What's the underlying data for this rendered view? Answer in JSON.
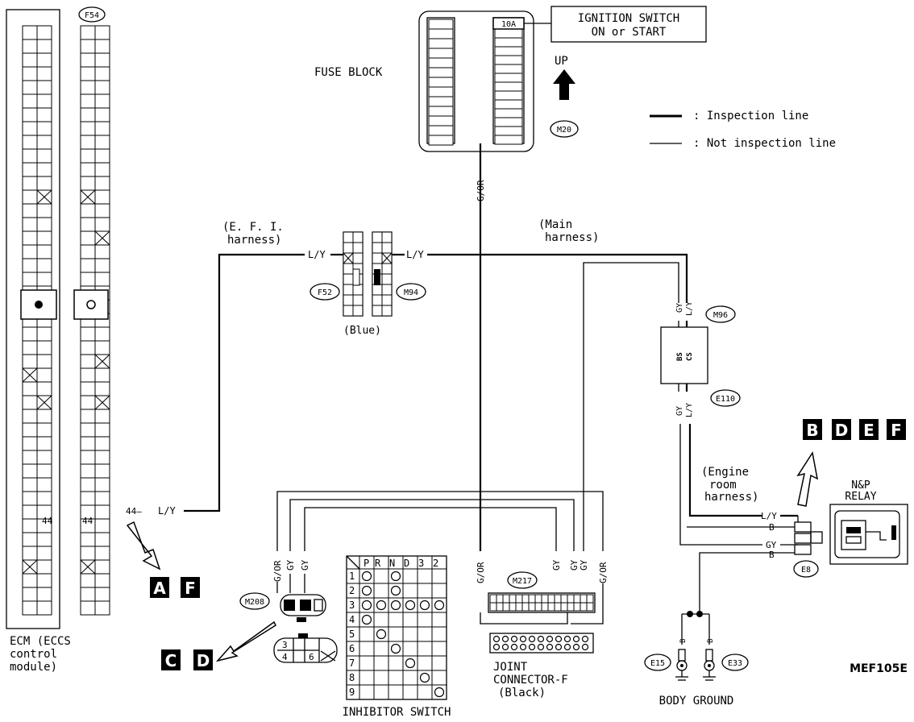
{
  "ecm": {
    "label_line1": "ECM (ECCS",
    "label_line2": "control",
    "label_line3": "module)",
    "pin": "44"
  },
  "f54": {
    "code": "F54",
    "pin": "44"
  },
  "fuse_block": {
    "label": "FUSE BLOCK",
    "fuse": "10A",
    "connector": "M20",
    "direction": "UP"
  },
  "ignition": {
    "line1": "IGNITION SWITCH",
    "line2": "ON or START"
  },
  "legend": {
    "inspection": ": Inspection line",
    "not_inspection": ": Not inspection line"
  },
  "harness": {
    "efi_line1": "(E. F. I.",
    "efi_line2": "harness)",
    "main_line1": "(Main",
    "main_line2": "harness)",
    "engine_line1": "(Engine",
    "engine_line2": "room",
    "engine_line3": "harness)"
  },
  "connectors": {
    "f52": "F52",
    "m94": "M94",
    "blue": "(Blue)",
    "m96": "M96",
    "e110": "E110",
    "m208": "M208",
    "m217": "M217",
    "e8": "E8",
    "e15": "E15",
    "e33": "E33"
  },
  "wire_colors": {
    "ly": "L/Y",
    "gy": "GY",
    "gor": "G/OR",
    "b": "B"
  },
  "bscs": {
    "top": "BS",
    "bottom": "CS"
  },
  "inhibitor": {
    "label": "INHIBITOR SWITCH",
    "headers": [
      "P",
      "R",
      "N",
      "D",
      "3",
      "2"
    ],
    "rows": [
      "1",
      "2",
      "3",
      "4",
      "5",
      "6",
      "7",
      "8",
      "9"
    ]
  },
  "joint": {
    "line1": "JOINT",
    "line2": "CONNECTOR-F",
    "line3": "(Black)"
  },
  "body_ground": "BODY GROUND",
  "np_relay": {
    "line1": "N&P",
    "line2": "RELAY"
  },
  "badges": {
    "af": [
      "A",
      "F"
    ],
    "cd": [
      "C",
      "D"
    ],
    "bdef": [
      "B",
      "D",
      "E",
      "F"
    ]
  },
  "figure_id": "MEF105E"
}
